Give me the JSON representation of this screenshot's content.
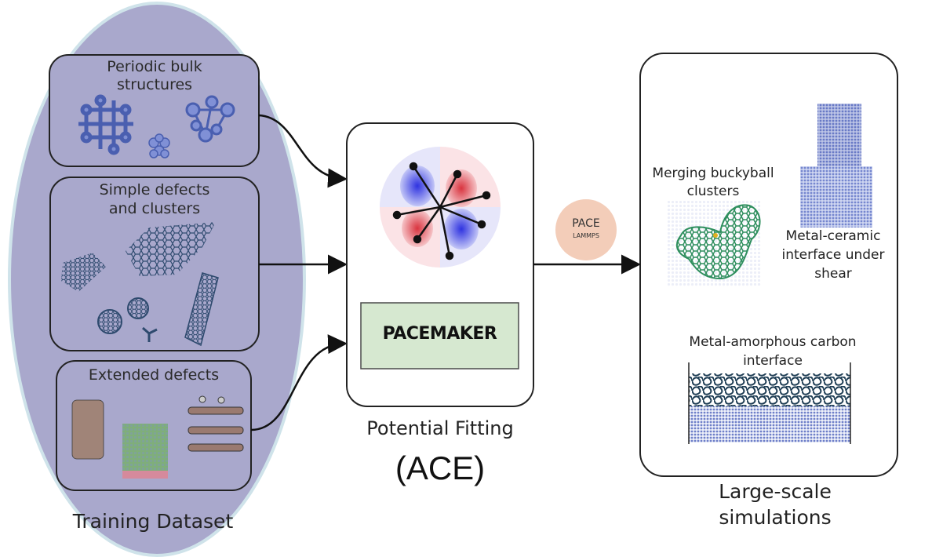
{
  "training": {
    "title": "Training Dataset",
    "boxes": [
      {
        "line1": "Periodic bulk",
        "line2": "structures"
      },
      {
        "line1": "Simple defects",
        "line2": "and clusters"
      },
      {
        "line1": "Extended defects"
      }
    ]
  },
  "fitting": {
    "box_label": "PACEMAKER",
    "caption": "Potential Fitting",
    "subcaption": "(ACE)"
  },
  "badge": {
    "line1": "PACE",
    "line2": "LAMMPS"
  },
  "simulations": {
    "title_line1": "Large-scale",
    "title_line2": "simulations",
    "items": [
      {
        "line1": "Merging buckyball",
        "line2": "clusters"
      },
      {
        "line1": "Metal-ceramic",
        "line2": "interface under",
        "line3": "shear"
      },
      {
        "line1": "Metal-amorphous carbon",
        "line2": "interface"
      }
    ]
  },
  "colors": {
    "dataset_ellipse": "#a9a8cc",
    "dataset_ellipse_edge": "#cfe3ea",
    "pacemaker_fill": "#d6e8d0",
    "pacemaker_edge": "#4a4a4a",
    "badge_fill": "#f3cdb9",
    "orbital_red": "#e8424c",
    "orbital_blue": "#3a3ee0",
    "structure_blue": "#6e7fc8",
    "structure_dark": "#2e4a6e",
    "cluster_green": "#2f8f5e"
  }
}
